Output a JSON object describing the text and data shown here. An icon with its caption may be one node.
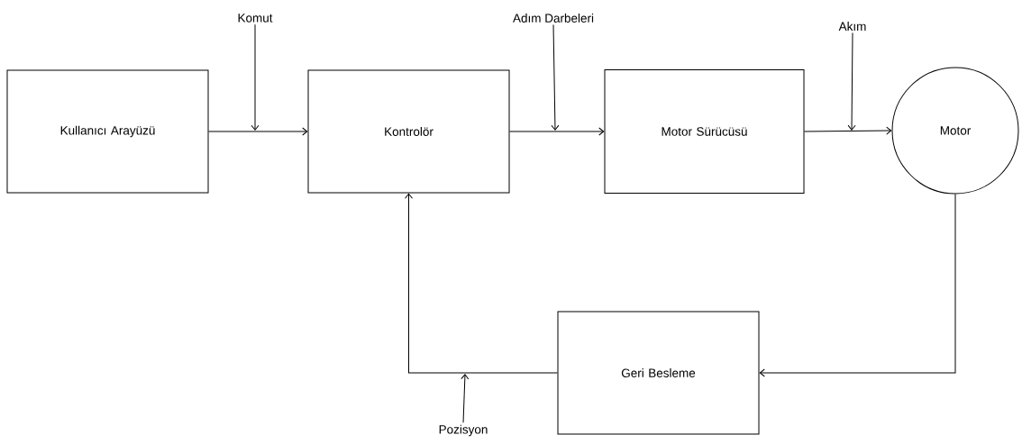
{
  "diagram": {
    "nodes": [
      {
        "text": [
          "Kullanıcı Arayüzü"
        ]
      },
      {
        "text": [
          "Kontrolör"
        ]
      },
      {
        "text": [
          "Motor Sürücüsü"
        ]
      },
      {
        "text": [
          "Motor"
        ]
      },
      {
        "text": [
          "Geri Besleme"
        ]
      },
      {
        "text": [
          "Komut"
        ]
      },
      {
        "text": [
          "Adım Darbeleri"
        ]
      },
      {
        "text": [
          "Akım"
        ]
      },
      {
        "text": [
          "Pozisyon"
        ]
      }
    ],
    "edges": [
      {
        "from": 0,
        "to": 1,
        "arrow": "to"
      },
      {
        "from": 1,
        "to": 2,
        "arrow": "to"
      },
      {
        "from": 2,
        "to": 3,
        "arrow": "to"
      },
      {
        "from": 3,
        "to": 4,
        "arrow": "to"
      },
      {
        "from": 4,
        "to": 1,
        "arrow": "to"
      },
      {
        "from": 5,
        "to": null,
        "arrow": "to"
      },
      {
        "from": 6,
        "to": null,
        "arrow": "to"
      },
      {
        "from": 7,
        "to": null,
        "arrow": "to"
      },
      {
        "from": 8,
        "to": null,
        "arrow": "to"
      }
    ]
  }
}
